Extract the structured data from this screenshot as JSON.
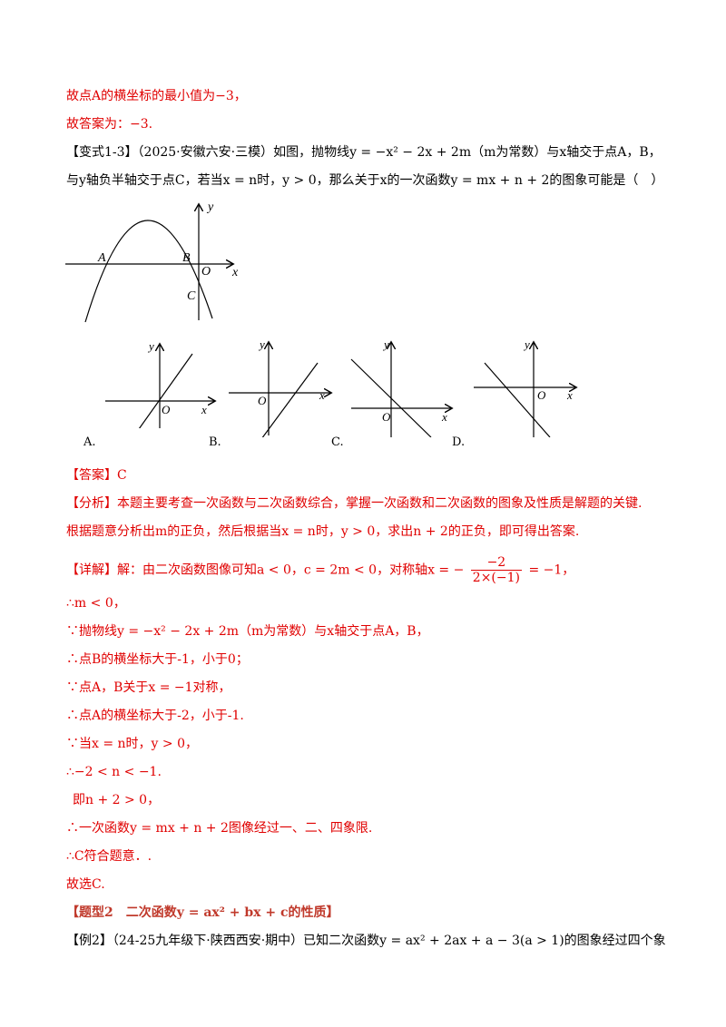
{
  "lines": {
    "l1": "故点A的横坐标的最小值为−3，",
    "l2": "故答案为：−3.",
    "l3": "【变式1-3】（2025·安徽六安·三模）如图，抛物线y = −x² − 2x + 2m（m为常数）与x轴交于点A，B，",
    "l4": "与y轴负半轴交于点C，若当x = n时，y > 0，那么关于x的一次函数y = mx + n + 2的图象可能是（　）",
    "answer": "【答案】C",
    "analysis1": "【分析】本题主要考查一次函数与二次函数综合，掌握一次函数和二次函数的图象及性质是解题的关键.",
    "analysis2": "根据题意分析出m的正负，然后根据当x = n时，y > 0，求出n + 2的正负，即可得出答案.",
    "detail": "【详解】解：由二次函数图像可知a < 0，c = 2m < 0，对称轴x = −",
    "detail_num": "−2",
    "detail_den": "2×(−1)",
    "detail_tail": "= −1，",
    "s1": "∴m < 0，",
    "s2": "∵抛物线y = −x² − 2x + 2m（m为常数）与x轴交于点A，B，",
    "s3": "∴点B的横坐标大于-1，小于0；",
    "s4": "∵点A，B关于x = −1对称，",
    "s5": "∴点A的横坐标大于-2，小于-1.",
    "s6": "∵当x = n时，y > 0，",
    "s7": "∴−2 < n < −1.",
    "s8": "即n + 2 > 0，",
    "s9": "∴一次函数y = mx + n + 2图像经过一、二、四象限.",
    "s10": "∴C符合题意．.",
    "s11": "故选C.",
    "topic": "【题型2　二次函数y = ax² + bx + c的性质】",
    "example": "【例2】（24-25九年级下·陕西西安·期中）已知二次函数y = ax² + 2ax + a − 3(a > 1)的图象经过四个象"
  },
  "figure": {
    "axis_x": "x",
    "axis_y": "y",
    "origin": "O",
    "pt_a": "A",
    "pt_b": "B",
    "pt_c": "C"
  },
  "options": {
    "a": "A.",
    "b": "B.",
    "c": "C.",
    "d": "D.",
    "axis_x": "x",
    "axis_y": "y",
    "origin": "O"
  }
}
